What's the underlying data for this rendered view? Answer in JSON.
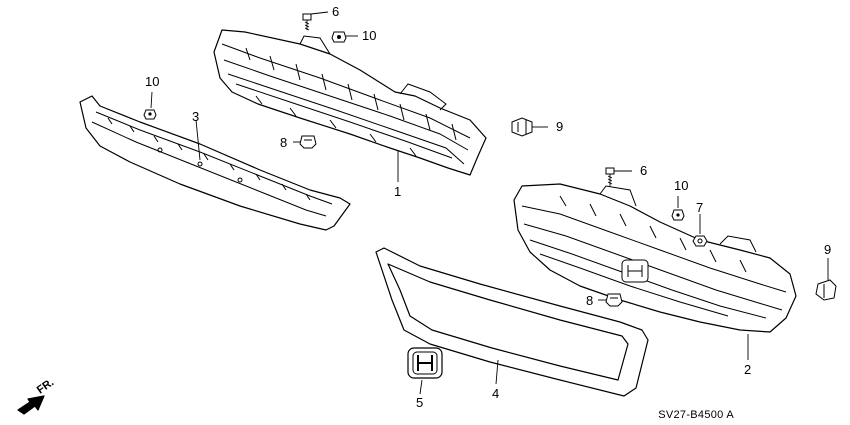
{
  "callouts": {
    "upper_grille_bolt": "6",
    "upper_grille_nut": "10",
    "left_molding_nut": "10",
    "left_molding": "3",
    "upper_grille_clip": "8",
    "upper_grille_clip_right": "9",
    "upper_grille": "1",
    "lower_grille_bolt": "6",
    "lower_grille_nut": "10",
    "lower_grille_washer": "7",
    "lower_grille_clip_right": "9",
    "lower_grille_clip": "8",
    "lower_grille": "2",
    "emblem": "5",
    "grille_frame": "4"
  },
  "direction_label": "FR.",
  "diagram_code": "SV27-B4500 A",
  "colors": {
    "line": "#000000",
    "background": "#ffffff"
  }
}
